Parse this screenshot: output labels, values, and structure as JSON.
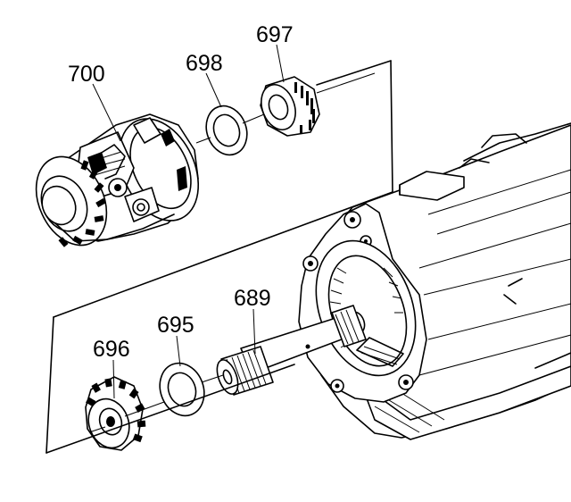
{
  "callouts": [
    {
      "id": "700",
      "label": "700"
    },
    {
      "id": "698",
      "label": "698"
    },
    {
      "id": "697",
      "label": "697"
    },
    {
      "id": "689",
      "label": "689"
    },
    {
      "id": "695",
      "label": "695"
    },
    {
      "id": "696",
      "label": "696"
    }
  ]
}
